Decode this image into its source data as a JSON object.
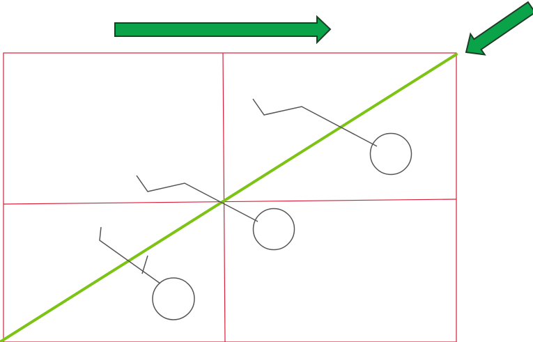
{
  "colors": {
    "background": "#ffffff",
    "grid": "#d61f3a",
    "diagonal": "#7dc316",
    "arrow_fill": "#0aa34a",
    "arrow_outline": "#1f3d26",
    "figure": "#555555"
  },
  "arrows": [
    {
      "icon": "arrow-right-icon",
      "direction": "right"
    },
    {
      "icon": "arrow-down-left-icon",
      "direction": "down-left"
    }
  ],
  "grid": {
    "rows": 2,
    "columns": 2
  },
  "figures": [
    {
      "icon": "pendulum-figure-icon",
      "position": "top-right"
    },
    {
      "icon": "pendulum-figure-icon",
      "position": "center"
    },
    {
      "icon": "pendulum-figure-icon",
      "position": "bottom-left"
    }
  ]
}
